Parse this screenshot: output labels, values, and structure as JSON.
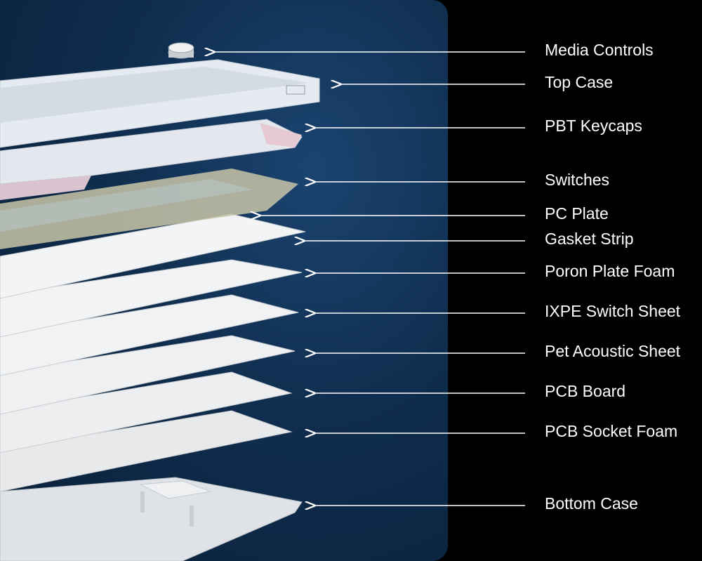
{
  "callouts": [
    {
      "label": "Media Controls"
    },
    {
      "label": "Top Case"
    },
    {
      "label": "PBT Keycaps"
    },
    {
      "label": "Switches"
    },
    {
      "label": "PC Plate"
    },
    {
      "label": "Gasket Strip"
    },
    {
      "label": "Poron Plate Foam"
    },
    {
      "label": "IXPE Switch Sheet"
    },
    {
      "label": "Pet Acoustic Sheet"
    },
    {
      "label": "PCB Board"
    },
    {
      "label": "PCB Socket Foam"
    },
    {
      "label": "Bottom Case"
    }
  ],
  "colors": {
    "panel": "#0f2d4e",
    "background": "#000000",
    "text": "#ffffff",
    "line": "#ffffff"
  }
}
